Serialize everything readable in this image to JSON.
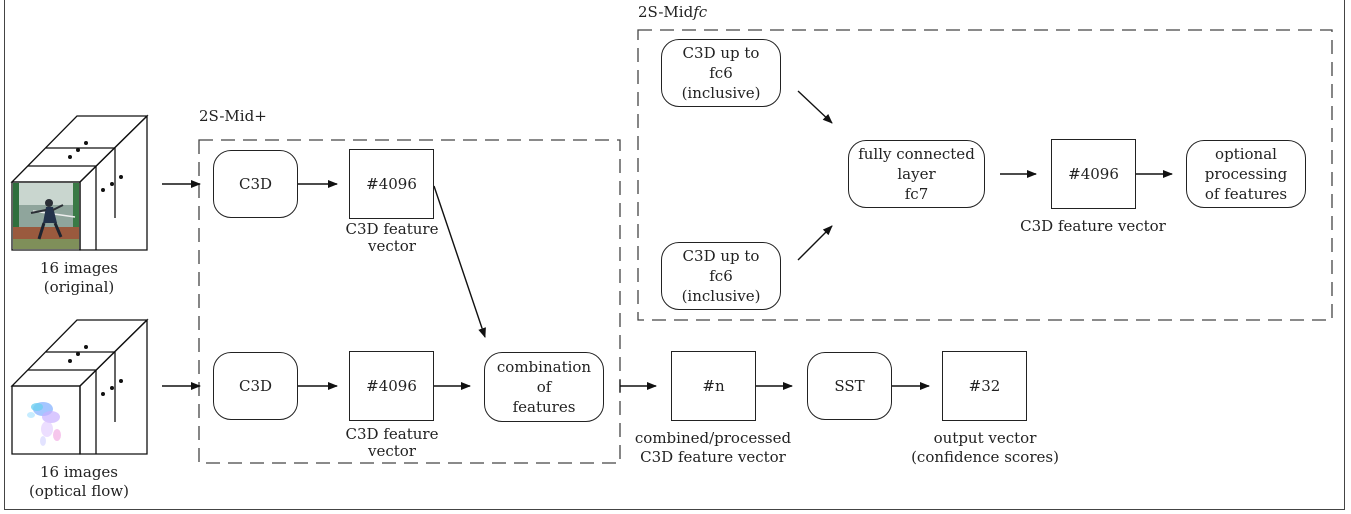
{
  "groups": {
    "mid_plus": "2S-Mid+",
    "mid_fc_prefix": "2S-Mid",
    "mid_fc_suffix": "fc"
  },
  "inputs": {
    "original_label": "16 images\n(original)",
    "flow_label": "16 images\n(optical flow)",
    "dots": "•"
  },
  "mid_plus": {
    "c3d_top": "C3D",
    "c3d_bottom": "C3D",
    "feat_top": "#4096",
    "feat_bottom": "#4096",
    "feat_top_caption": "C3D feature\nvector",
    "feat_bottom_caption": "C3D feature\nvector",
    "combination": "combination\nof\nfeatures"
  },
  "mid_fc": {
    "c3d_up_top": "C3D up to\nfc6\n(inclusive)",
    "c3d_up_bottom": "C3D up to\nfc6\n(inclusive)",
    "fc_layer": "fully connected\nlayer\nfc7",
    "feat": "#4096",
    "feat_caption": "C3D feature vector",
    "optional": "optional\nprocessing\nof features"
  },
  "output": {
    "combined": "#n",
    "combined_caption": "combined/processed\nC3D feature vector",
    "sst": "SST",
    "final": "#32",
    "final_caption": "output vector\n(confidence scores)"
  }
}
